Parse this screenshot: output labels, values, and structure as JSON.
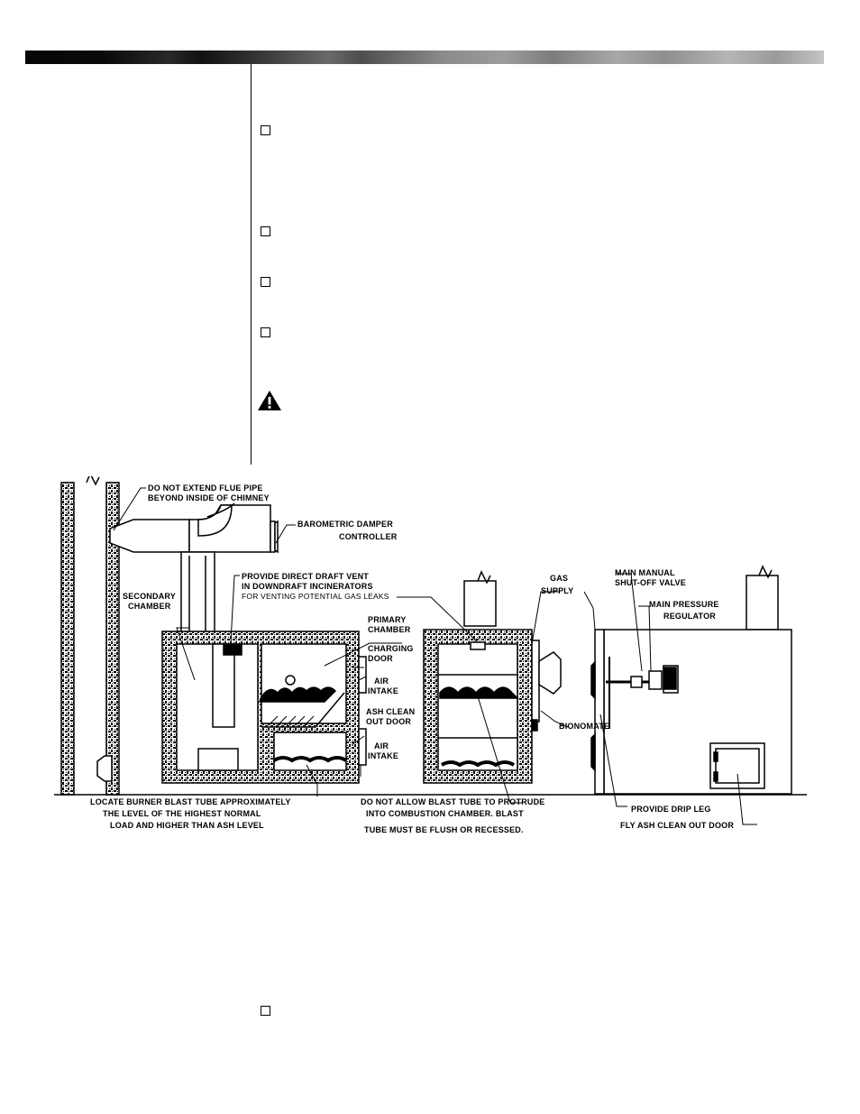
{
  "labels": {
    "flue": [
      "DO NOT EXTEND FLUE PIPE",
      "BEYOND INSIDE OF CHIMNEY"
    ],
    "barometric": [
      "BAROMETRIC DAMPER",
      "CONTROLLER"
    ],
    "draft_vent": [
      "PROVIDE DIRECT DRAFT VENT",
      "IN DOWNDRAFT INCINERATORS",
      "FOR VENTING POTENTIAL GAS LEAKS"
    ],
    "secondary": [
      "SECONDARY",
      "CHAMBER"
    ],
    "primary": [
      "PRIMARY",
      "CHAMBER"
    ],
    "charging": [
      "CHARGING",
      "DOOR"
    ],
    "air_intake_1": [
      "AIR",
      "INTAKE"
    ],
    "ash_door": [
      "ASH CLEAN",
      "OUT DOOR"
    ],
    "air_intake_2": [
      "AIR",
      "INTAKE"
    ],
    "burner": [
      "LOCATE BURNER BLAST TUBE APPROXIMATELY",
      "THE LEVEL OF THE HIGHEST NORMAL",
      "LOAD AND HIGHER THAN ASH LEVEL"
    ],
    "blast_tube": [
      "DO NOT ALLOW BLAST TUBE TO PROTRUDE",
      "INTO COMBUSTION CHAMBER.  BLAST",
      "TUBE MUST BE FLUSH OR RECESSED."
    ],
    "gas_supply": [
      "GAS",
      "SUPPLY"
    ],
    "bionomate": "BIONOMATE",
    "shutoff": [
      "MAIN MANUAL",
      "SHUT-OFF VALVE"
    ],
    "regulator": [
      "MAIN PRESSURE",
      "REGULATOR"
    ],
    "drip_leg": "PROVIDE DRIP LEG",
    "fly_ash": "FLY ASH CLEAN OUT DOOR"
  }
}
